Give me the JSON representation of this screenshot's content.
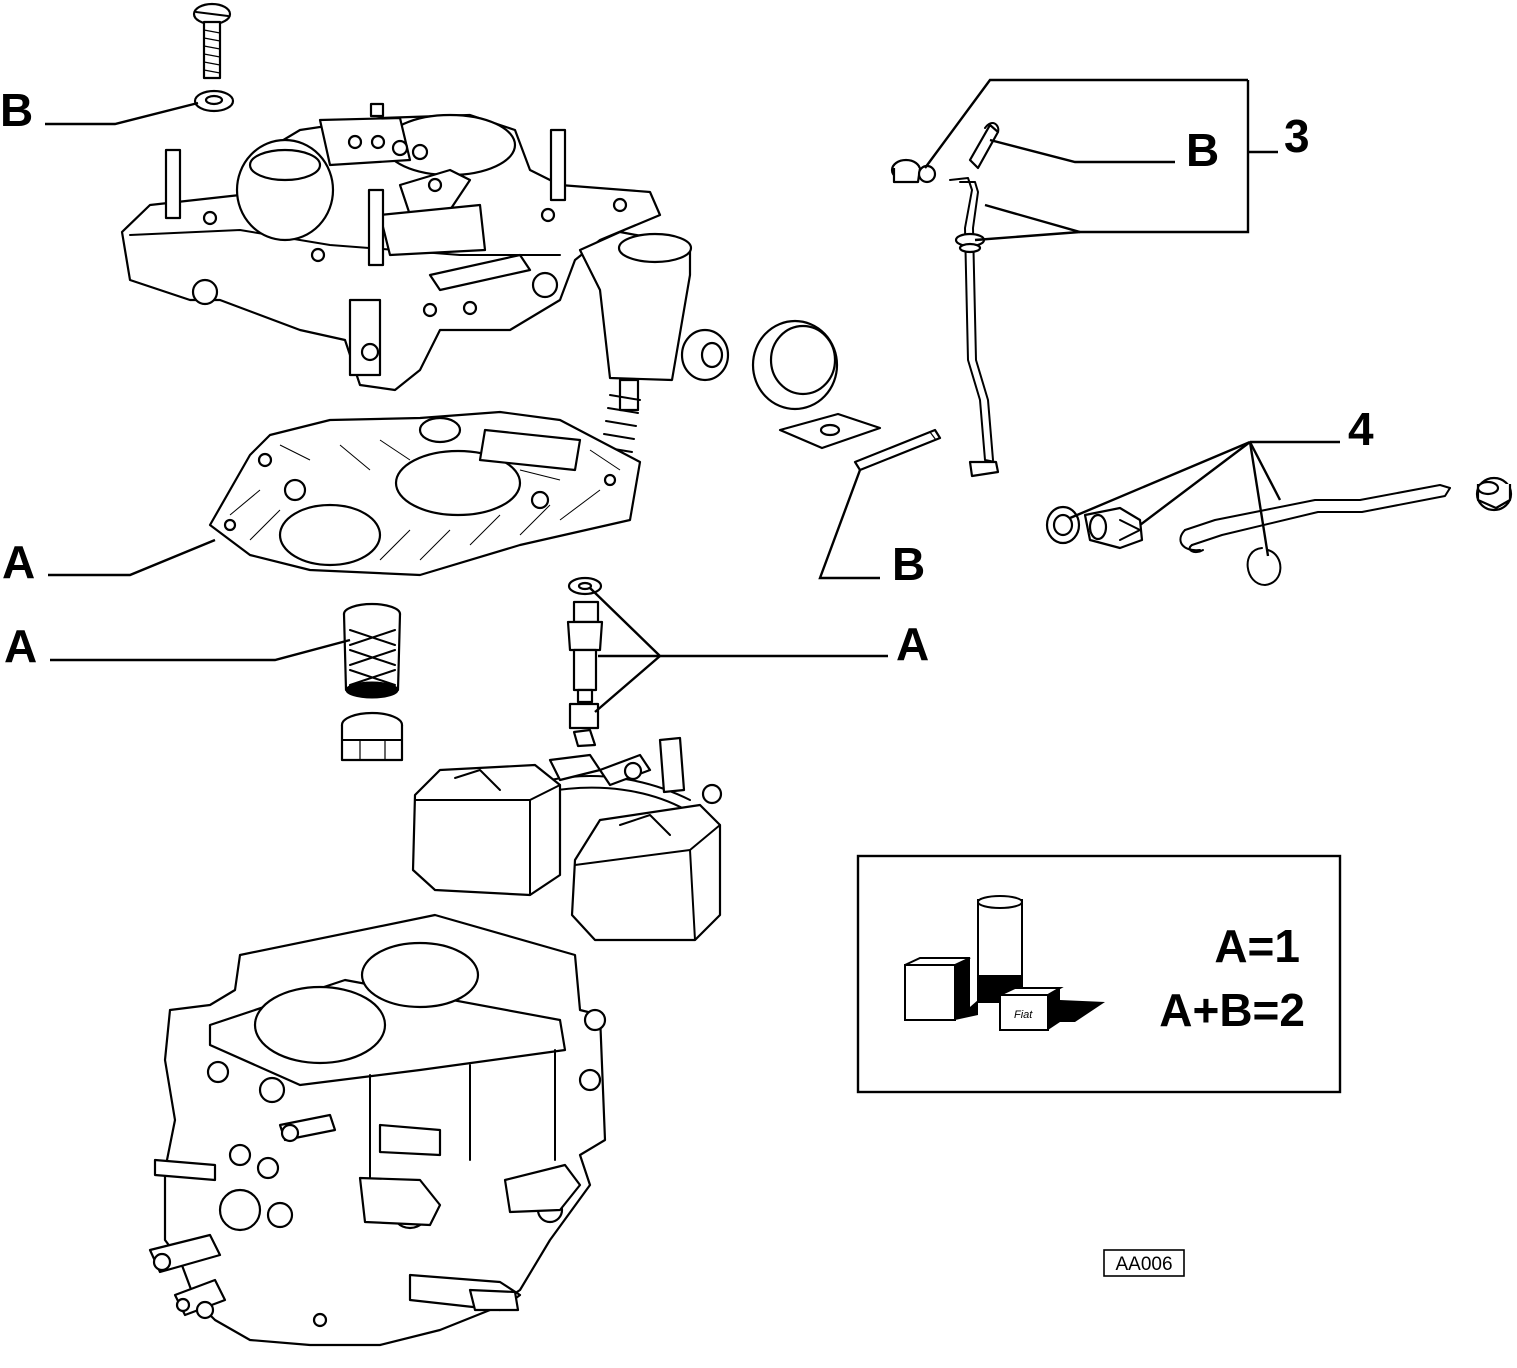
{
  "diagram": {
    "callouts": [
      {
        "id": "b-top-left",
        "text": "B"
      },
      {
        "id": "a-gasket",
        "text": "A"
      },
      {
        "id": "a-filter",
        "text": "A"
      },
      {
        "id": "a-needle-valve",
        "text": "A"
      },
      {
        "id": "b-shaft",
        "text": "B"
      },
      {
        "id": "b-rod",
        "text": "B"
      },
      {
        "id": "group-3",
        "text": "3"
      },
      {
        "id": "group-4",
        "text": "4"
      }
    ],
    "legend": {
      "line1": "A=1",
      "line2": "A+B=2",
      "brand_text": "Fiat"
    },
    "reference_code": "AA006"
  }
}
